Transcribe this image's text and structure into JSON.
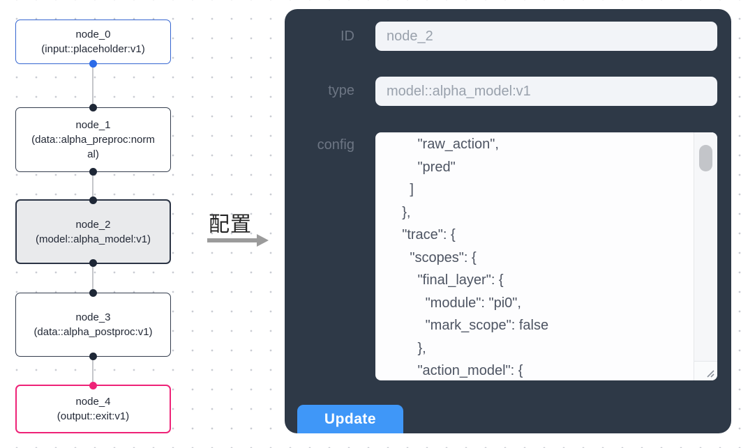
{
  "graph": {
    "nodes": [
      {
        "id": "node_0",
        "title": "node_0",
        "subtitle": "(input::placeholder:v1)",
        "border_color": "#3465d0",
        "port_color": "#2b6be8",
        "bg": "#ffffff"
      },
      {
        "id": "node_1",
        "title": "node_1",
        "subtitle": "(data::alpha_preproc:normal)",
        "border_color": "#333c4d",
        "port_color": "#1e2736",
        "bg": "#ffffff"
      },
      {
        "id": "node_2",
        "title": "node_2",
        "subtitle": "(model::alpha_model:v1)",
        "border_color": "#2b3444",
        "port_color": "#1e2736",
        "bg": "#e9eaec"
      },
      {
        "id": "node_3",
        "title": "node_3",
        "subtitle": "(data::alpha_postproc:v1)",
        "border_color": "#333c4d",
        "port_color": "#1e2736",
        "bg": "#ffffff"
      },
      {
        "id": "node_4",
        "title": "node_4",
        "subtitle": "(output::exit:v1)",
        "border_color": "#ee2277",
        "port_color": "#ee2277",
        "bg": "#ffffff"
      }
    ]
  },
  "transfer": {
    "label": "配置",
    "arrow_color": "#9b9b9b"
  },
  "panel": {
    "bg_color": "#2e3947",
    "fields": {
      "id": {
        "label": "ID",
        "value": "node_2"
      },
      "type": {
        "label": "type",
        "value": "model::alpha_model:v1"
      },
      "config": {
        "label": "config",
        "value": "        \"raw_action\",\n        \"pred\"\n      ]\n    },\n    \"trace\": {\n      \"scopes\": {\n        \"final_layer\": {\n          \"module\": \"pi0\",\n          \"mark_scope\": false\n        },\n        \"action_model\": {"
      }
    },
    "update": {
      "label": "Update",
      "color": "#3f97f8"
    }
  }
}
